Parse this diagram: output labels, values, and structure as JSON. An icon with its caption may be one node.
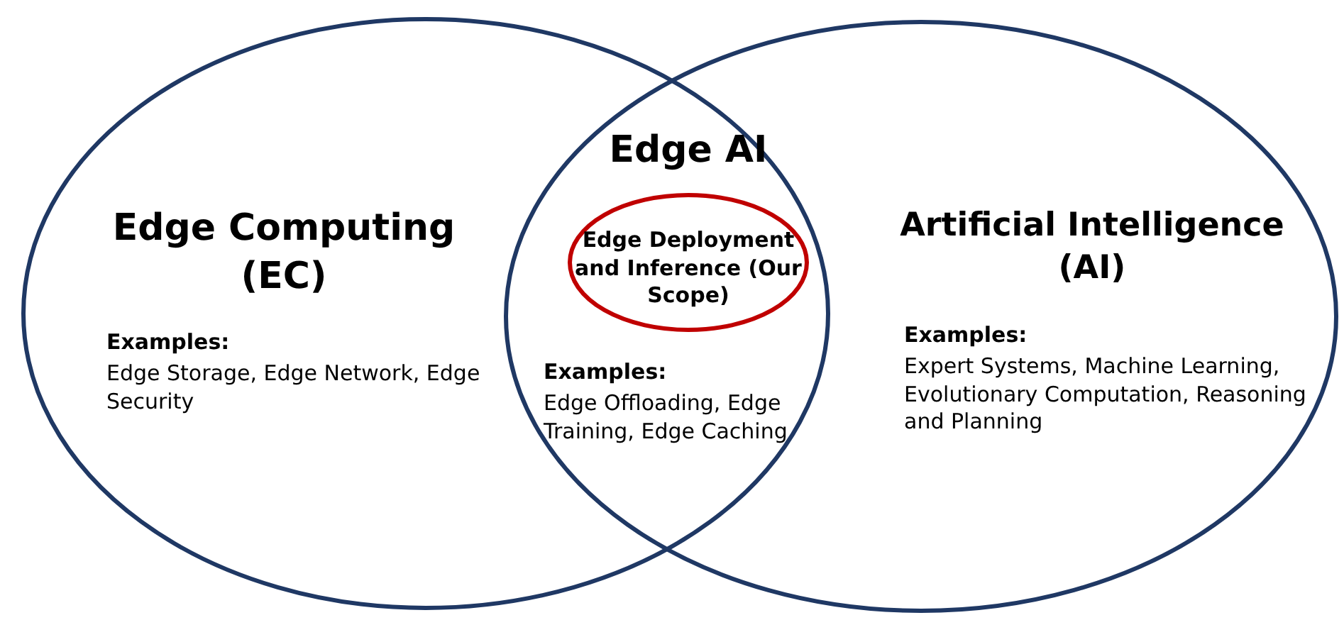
{
  "diagram": {
    "nodes": [
      {
        "text": [
          "Edge Computing (EC)",
          "Examples:",
          "Edge Storage, Edge Network, Edge Security"
        ]
      },
      {
        "text": [
          "Artificial Intelligence (AI)",
          "Examples:",
          "Expert Systems, Machine Learning, Evolutionary Computation, Reasoning and Planning"
        ]
      },
      {
        "text": [
          "Edge Deployment and Inference (Our Scope)"
        ]
      }
    ],
    "edges": [],
    "labels": [
      "Edge AI",
      "Examples:",
      "Edge Offloading, Edge Training, Edge Caching"
    ]
  }
}
